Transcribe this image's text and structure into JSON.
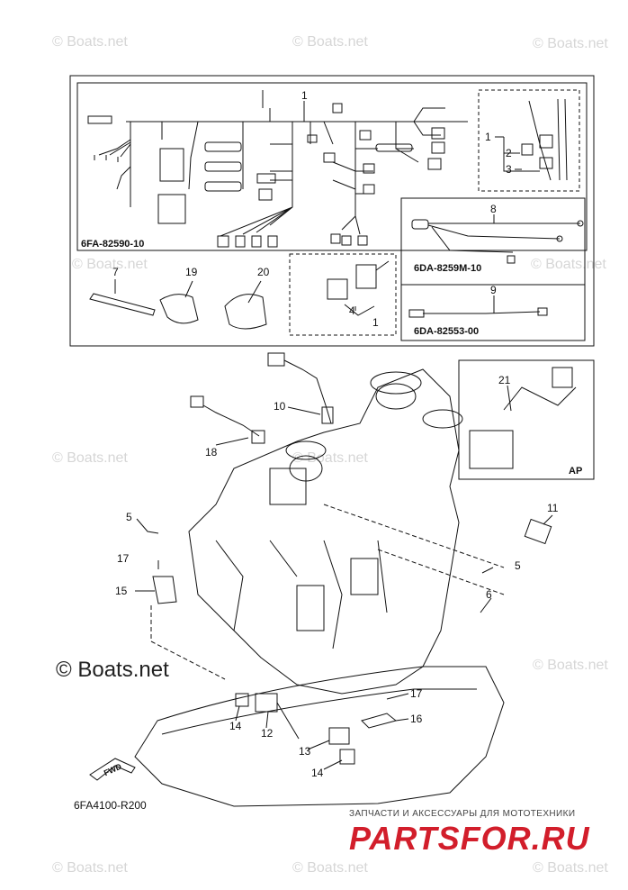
{
  "watermarks": {
    "text": "© Boats.net",
    "large": "© Boats.net"
  },
  "part_codes": {
    "main_harness": "6FA-82590-10",
    "sub_harness": "6DA-8259M-10",
    "lead": "6DA-82553-00"
  },
  "labels": {
    "ap": "AP",
    "fwd": "FWD",
    "diagram_id": "6FA4100-R200"
  },
  "callouts": [
    "1",
    "2",
    "3",
    "4",
    "5",
    "6",
    "7",
    "8",
    "9",
    "10",
    "11",
    "12",
    "13",
    "14",
    "15",
    "16",
    "17",
    "18",
    "19",
    "20",
    "21"
  ],
  "brand": {
    "tagline": "ЗАПЧАСТИ И АКСЕССУАРЫ ДЛЯ МОТОТЕХНИКИ",
    "logo": "PARTSFOR.RU",
    "logo_color": "#d21e2b"
  },
  "colors": {
    "line": "#111111",
    "watermark": "#d6d6d6"
  }
}
